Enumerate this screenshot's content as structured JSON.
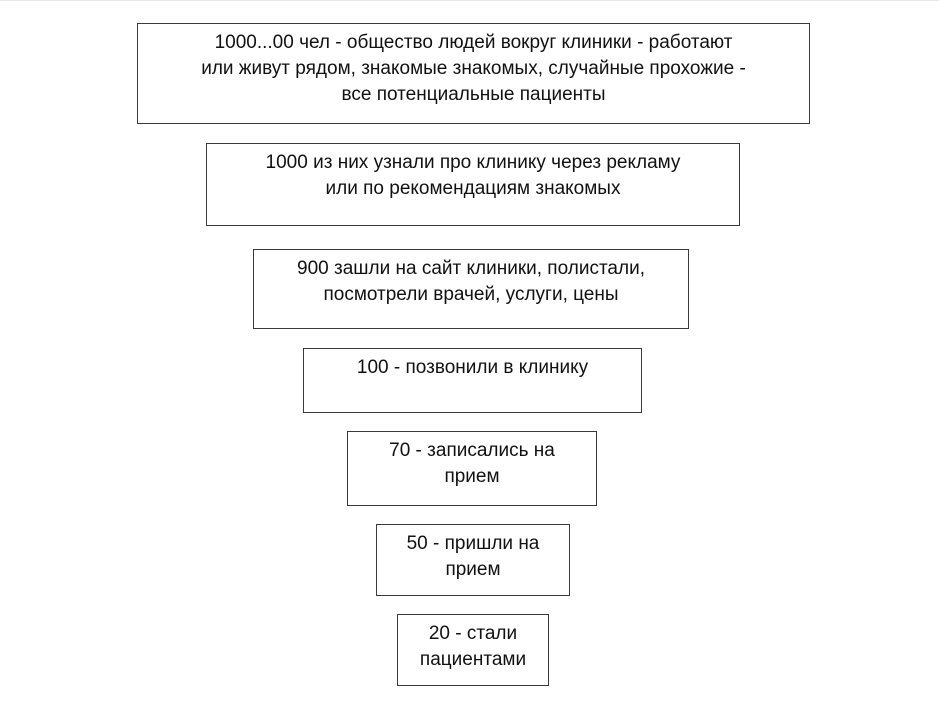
{
  "funnel": {
    "stages": [
      {
        "text": "1000...00 чел - общество людей вокруг клиники - работают\nили живут рядом, знакомые знакомых, случайные прохожие -\nвсе потенциальные пациенты"
      },
      {
        "text": "1000 из них узнали про клинику через рекламу\nили по рекомендациям знакомых"
      },
      {
        "text": "900 зашли на сайт клиники, полистали,\nпосмотрели врачей, услуги, цены"
      },
      {
        "text": "100 - позвонили в клинику"
      },
      {
        "text": "70 - записались на\nприем"
      },
      {
        "text": "50 - пришли на\nприем"
      },
      {
        "text": "20 - стали\nпациентами"
      }
    ]
  }
}
